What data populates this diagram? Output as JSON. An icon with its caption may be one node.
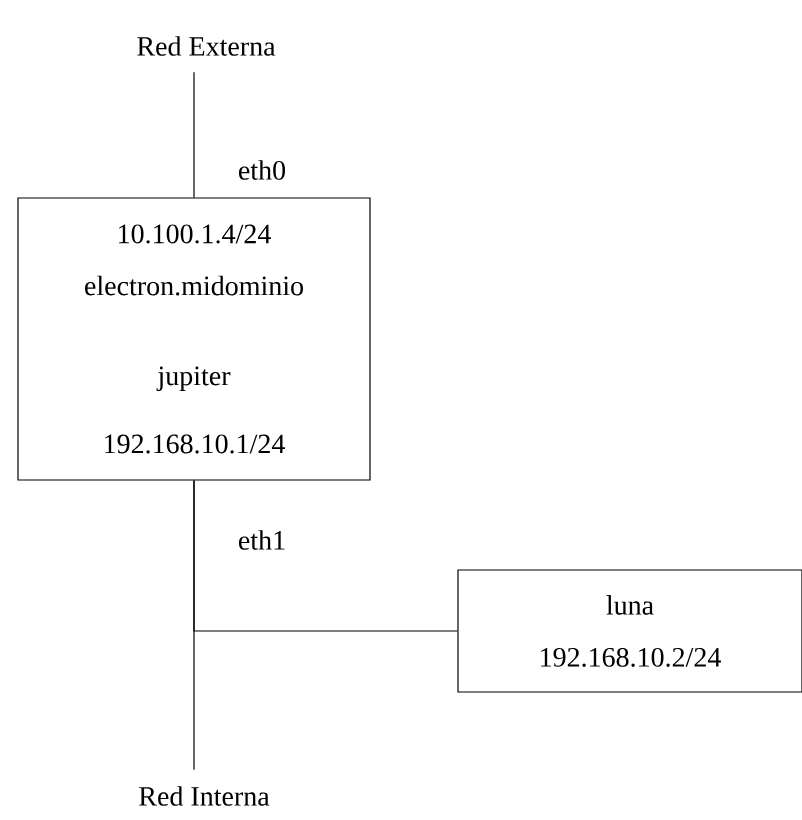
{
  "diagram": {
    "nodes": [
      {
        "text": [
          "Red Externa"
        ]
      },
      {
        "text": [
          "10.100.1.4/24",
          "electron.midominio",
          "jupiter",
          "192.168.10.1/24"
        ]
      },
      {
        "text": [
          "luna",
          "192.168.10.2/24"
        ]
      },
      {
        "text": [
          "Red Interna"
        ]
      }
    ],
    "edges": [
      {
        "from": 0,
        "to": 1,
        "arrow": "none",
        "label": "eth0"
      },
      {
        "from": 1,
        "to": 3,
        "arrow": "none",
        "label": "eth1"
      },
      {
        "from": 1,
        "to": 2,
        "arrow": "none"
      }
    ]
  }
}
